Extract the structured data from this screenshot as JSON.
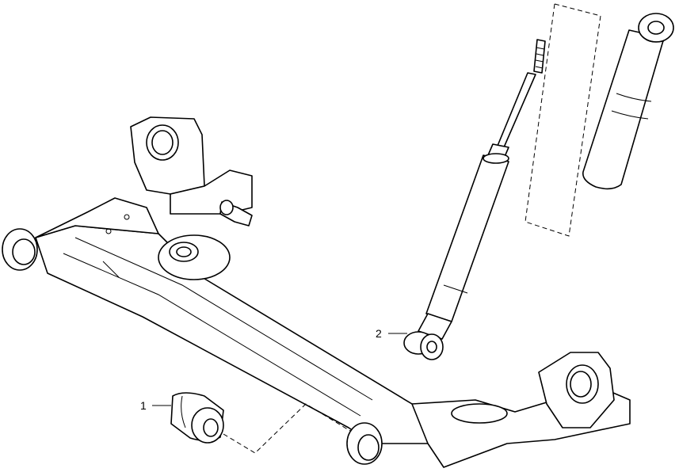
{
  "callouts": [
    {
      "id": "part-1",
      "label": "1"
    },
    {
      "id": "part-2",
      "label": "2"
    }
  ],
  "colors": {
    "line": "#000000",
    "background": "#ffffff"
  }
}
